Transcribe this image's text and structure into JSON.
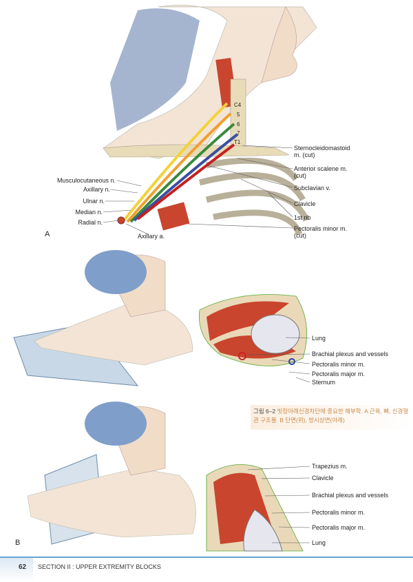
{
  "figure_a": {
    "panel_label": "A",
    "vertebra_labels": [
      "C4",
      "5",
      "6",
      "7",
      "T1"
    ],
    "left_labels": [
      "Musculocutaneous n.",
      "Axillary n.",
      "Ulnar n.",
      "Median n.",
      "Radial n."
    ],
    "bottom_label": "Axillary a.",
    "right_labels": [
      "Sternocleidomastoid m. (cut)",
      "Anterior scalene m. (cut)",
      "Subclavian v.",
      "Clavicle",
      "1st rib",
      "Pectoralis minor m. (cut)"
    ]
  },
  "figure_b": {
    "panel_label": "B",
    "upper_labels": [
      "Lung",
      "Brachial plexus and vessels",
      "Pectoralis minor m.",
      "Pectoralis major m.",
      "Sternum"
    ],
    "lower_labels": [
      "Trapezius m.",
      "Clavicle",
      "Brachial plexus and vessels",
      "Pectoralis minor m.",
      "Pectoralis major m.",
      "Lung"
    ]
  },
  "caption": {
    "figure_number": "그림 6–2",
    "text": "빗장아래신경차단에 중요한 해부학. A 근육, 뼈, 신경혈관 구조물. B 단면(위), 방시상면(아래)"
  },
  "footer": {
    "page_number": "62",
    "section_title": "SECTION II : UPPER EXTREMITY BLOCKS"
  },
  "colors": {
    "accent": "#6aa2cf",
    "muscle": "#c9452e",
    "bone": "#e8dcb8",
    "nerve": "#f2d23a",
    "skin": "#f3e4d6",
    "cap": "#7f9ec9"
  }
}
